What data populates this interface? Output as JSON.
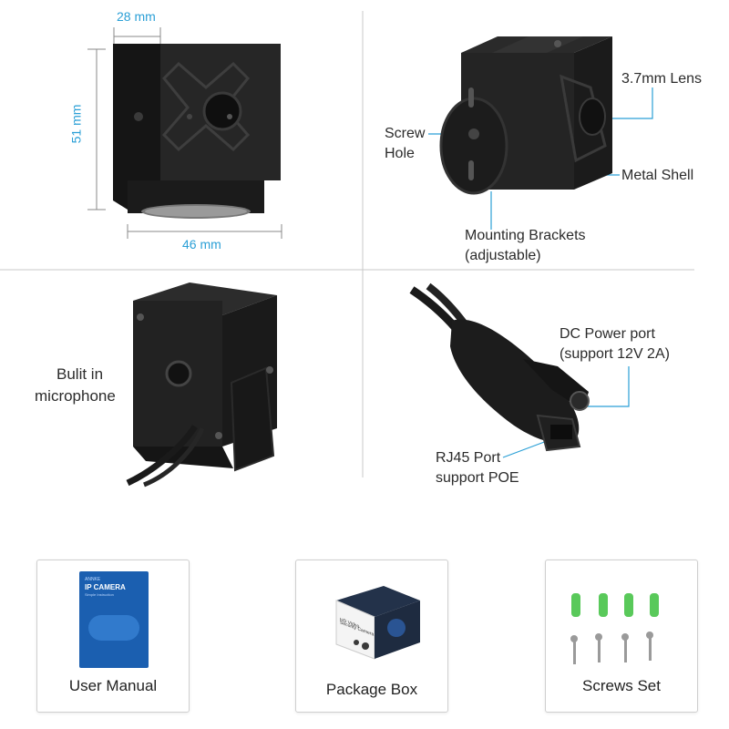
{
  "dimensions": {
    "depth": "28 mm",
    "height": "51 mm",
    "width": "46 mm"
  },
  "callouts": {
    "lens": "3.7mm Lens",
    "screw_hole_line1": "Screw",
    "screw_hole_line2": "Hole",
    "metal_shell": "Metal Shell",
    "brackets_line1": "Mounting Brackets",
    "brackets_line2": "(adjustable)",
    "mic_line1": "Bulit in",
    "mic_line2": "microphone",
    "dc_line1": "DC Power port",
    "dc_line2": "(support 12V 2A)",
    "rj45_line1": "RJ45 Port",
    "rj45_line2": "support POE"
  },
  "accessories": [
    {
      "label": "User Manual",
      "manual_brand": "ANNKE",
      "manual_title": "IP CAMERA",
      "manual_sub": "Simple Instruction"
    },
    {
      "label": "Package Box",
      "box_text_1": "HD Video",
      "box_text_2": "Security Camera"
    },
    {
      "label": "Screws Set"
    }
  ],
  "colors": {
    "accent": "#2a9fd6",
    "camera_body": "#1d1d1d",
    "anchor_green": "#59c95a"
  }
}
